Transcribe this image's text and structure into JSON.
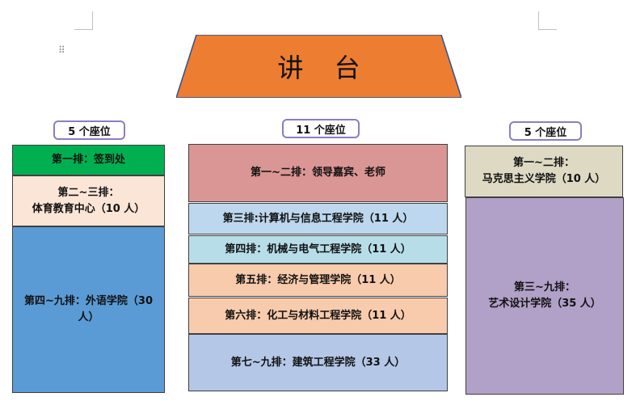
{
  "stage": {
    "label": "讲 台",
    "color": "#ED7D31"
  },
  "columns": {
    "left": {
      "seat_label": "5 个座位",
      "blocks": [
        {
          "lines": [
            "第一排：签到处"
          ],
          "color": "#00B050"
        },
        {
          "lines": [
            "第二~三排：",
            "体育教育中心（10 人）"
          ],
          "color": "#FBE5D6"
        },
        {
          "lines": [
            "第四~九排：外语学院（30",
            "人）"
          ],
          "color": "#5B9BD5"
        }
      ]
    },
    "center": {
      "seat_label": "11 个座位",
      "blocks": [
        {
          "lines": [
            "第一~二排：领导嘉宾、老师"
          ],
          "color": "#DA9694"
        },
        {
          "lines": [
            "第三排:计算机与信息工程学院（11 人）"
          ],
          "color": "#BDD7EE"
        },
        {
          "lines": [
            "第四排：机械与电气工程学院（11 人）"
          ],
          "color": "#B7DEE8"
        },
        {
          "lines": [
            "第五排：经济与管理学院（11 人）"
          ],
          "color": "#F8CBAD"
        },
        {
          "lines": [
            "第六排：化工与材料工程学院（11 人）"
          ],
          "color": "#F8CBAD"
        },
        {
          "lines": [
            "第七~九排：建筑工程学院（33 人）"
          ],
          "color": "#B4C7E7"
        }
      ]
    },
    "right": {
      "seat_label": "5 个座位",
      "blocks": [
        {
          "lines": [
            "第一~二排：",
            "马克思主义学院（10 人）"
          ],
          "color": "#DDD9C3"
        },
        {
          "lines": [
            "第三~九排：",
            "艺术设计学院（35 人）"
          ],
          "color": "#B1A0C7"
        }
      ]
    }
  }
}
